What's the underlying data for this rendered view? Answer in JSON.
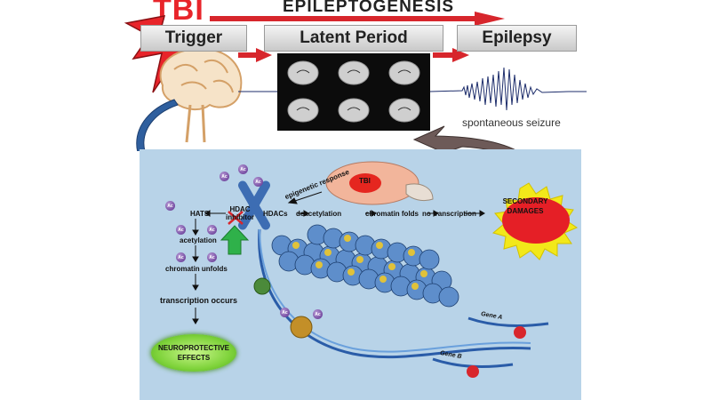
{
  "header": {
    "tbi": "TBI",
    "epileptogenesis": "EPILEPTOGENESIS",
    "phases": {
      "trigger": "Trigger",
      "latent": "Latent Period",
      "epilepsy": "Epilepsy"
    }
  },
  "seizure_label": "spontaneous seizure",
  "mechanism": {
    "epigenetic": "epigenetic response",
    "tbi_brain": "TBI",
    "hdac_inhibitor": "HDAC inhibitor",
    "hats": "HATS",
    "acetylation": "acetylation",
    "chromatin_unfolds": "chromatin unfolds",
    "transcription_occurs": "transcription occurs",
    "neuroprotective": "NEUROPROTECTIVE EFFECTS",
    "hdacs": "HDACs",
    "deacetylation": "deacetylation",
    "chromatin_folds": "chromatin folds",
    "no_transcription": "no transcription",
    "secondary": "SECONDARY DAMAGES",
    "ac": "Ac",
    "gene_a": "Gene A",
    "gene_b": "Gene B"
  },
  "colors": {
    "tbi_red": "#e8242a",
    "panel_blue": "#b8d3e8",
    "neuro_green": "#7fd33b",
    "secondary_yellow": "#f2e81a"
  }
}
